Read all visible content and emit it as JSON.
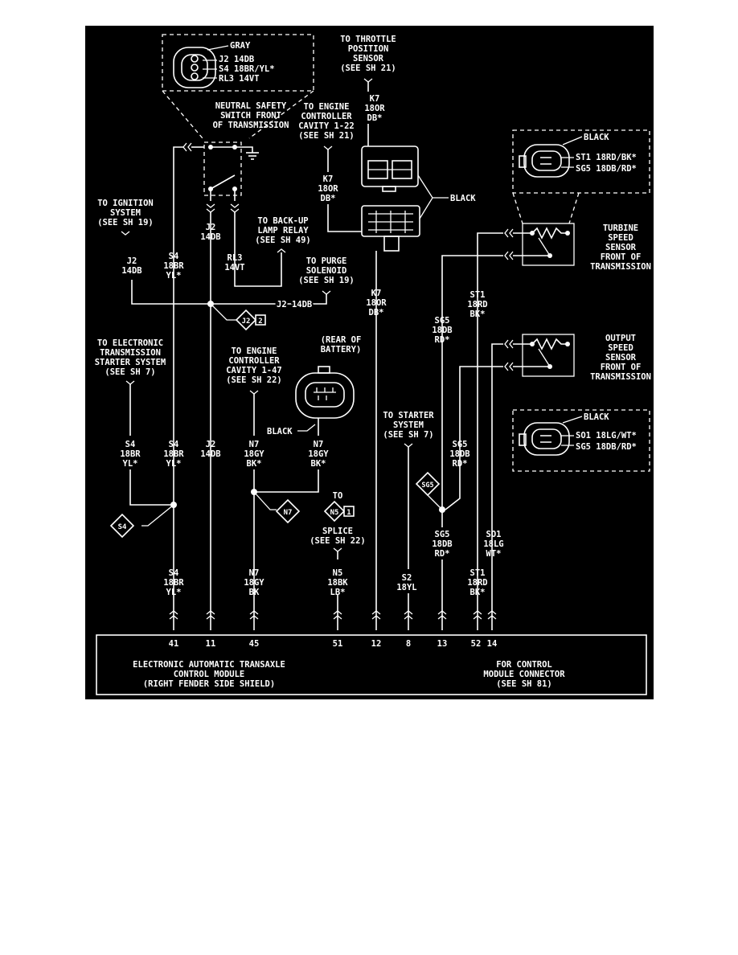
{
  "connector_views": {
    "nss": {
      "color": "GRAY",
      "pins": [
        "J2 14DB",
        "S4 18BR/YL*",
        "RL3 14VT"
      ]
    },
    "turbine": {
      "color": "BLACK",
      "pins": [
        "ST1 18RD/BK*",
        "SG5 18DB/RD*"
      ]
    },
    "output": {
      "color": "BLACK",
      "pins": [
        "SO1 18LG/WT*",
        "SG5 18DB/RD*"
      ]
    }
  },
  "components": {
    "nss": [
      "NEUTRAL SAFETY",
      "SWITCH FRONT",
      "OF TRANSMISSION"
    ],
    "turbine": [
      "TURBINE",
      "SPEED",
      "SENSOR",
      "FRONT OF",
      "TRANSMISSION"
    ],
    "output": [
      "OUTPUT",
      "SPEED",
      "SENSOR",
      "FRONT OF",
      "TRANSMISSION"
    ],
    "battery": [
      "(REAR OF",
      "BATTERY)"
    ],
    "module": [
      "ELECTRONIC AUTOMATIC TRANSAXLE",
      "CONTROL MODULE",
      "(RIGHT FENDER SIDE SHIELD)"
    ],
    "module_ref": [
      "FOR CONTROL",
      "MODULE CONNECTOR",
      "(SEE SH 81)"
    ]
  },
  "refs": {
    "throttle": [
      "TO THROTTLE",
      "POSITION",
      "SENSOR",
      "(SEE SH 21)"
    ],
    "ec_122": [
      "TO ENGINE",
      "CONTROLLER",
      "CAVITY 1-22",
      "(SEE SH 21)"
    ],
    "ignition": [
      "TO IGNITION",
      "SYSTEM",
      "(SEE SH 19)"
    ],
    "backup": [
      "TO BACK-UP",
      "LAMP RELAY",
      "(SEE SH 49)"
    ],
    "purge": [
      "TO PURGE",
      "SOLENOID",
      "(SEE SH 19)"
    ],
    "starter_sys": [
      "TO ELECTRONIC",
      "TRANSMISSION",
      "STARTER SYSTEM",
      "(SEE SH 7)"
    ],
    "ec_147": [
      "TO ENGINE",
      "CONTROLLER",
      "CAVITY 1-47",
      "(SEE SH 22)"
    ],
    "to_starter": [
      "TO STARTER",
      "SYSTEM",
      "(SEE SH 7)"
    ],
    "splice": [
      "SPLICE",
      "(SEE SH 22)"
    ],
    "to": "TO"
  },
  "labels": {
    "black_relay": "BLACK",
    "black_batt": "BLACK",
    "j2_horiz": "J2 14DB"
  },
  "wires": {
    "k7_top": [
      "K7",
      "18OR",
      "DB*"
    ],
    "k7_mid": [
      "K7",
      "18OR",
      "DB*"
    ],
    "k7_low": [
      "K7",
      "18OR",
      "DB*"
    ],
    "j2_ign": [
      "J2",
      "14DB"
    ],
    "s4_a": [
      "S4",
      "18BR",
      "YL*"
    ],
    "j2_a": [
      "J2",
      "14DB"
    ],
    "rl3": [
      "RL3",
      "14VT"
    ],
    "st1_a": [
      "ST1",
      "18RD",
      "BK*"
    ],
    "sg5_a": [
      "SG5",
      "18DB",
      "RD*"
    ],
    "s4_b": [
      "S4",
      "18BR",
      "YL*"
    ],
    "s4_c": [
      "S4",
      "18BR",
      "YL*"
    ],
    "j2_b": [
      "J2",
      "14DB"
    ],
    "n7_a": [
      "N7",
      "18GY",
      "BK*"
    ],
    "n7_b": [
      "N7",
      "18GY",
      "BK*"
    ],
    "sg5_b": [
      "SG5",
      "18DB",
      "RD*"
    ],
    "s4_d": [
      "S4",
      "18BR",
      "YL*"
    ],
    "n7_c": [
      "N7",
      "18GY",
      "BK"
    ],
    "n5": [
      "N5",
      "18BK",
      "LB*"
    ],
    "s2": [
      "S2",
      "18YL"
    ],
    "sg5_c": [
      "SG5",
      "18DB",
      "RD*"
    ],
    "st1_b": [
      "ST1",
      "18RD",
      "BK*"
    ],
    "so1": [
      "SO1",
      "18LG",
      "WT*"
    ]
  },
  "splice_tags": {
    "j2": {
      "id": "J2",
      "num": "2"
    },
    "s4": {
      "id": "S4"
    },
    "n7": {
      "id": "N7"
    },
    "sg5": {
      "id": "SG5"
    },
    "n5": {
      "id": "N5",
      "num": "1"
    }
  },
  "pins": [
    "41",
    "11",
    "45",
    "51",
    "12",
    "8",
    "13",
    "52",
    "14"
  ]
}
